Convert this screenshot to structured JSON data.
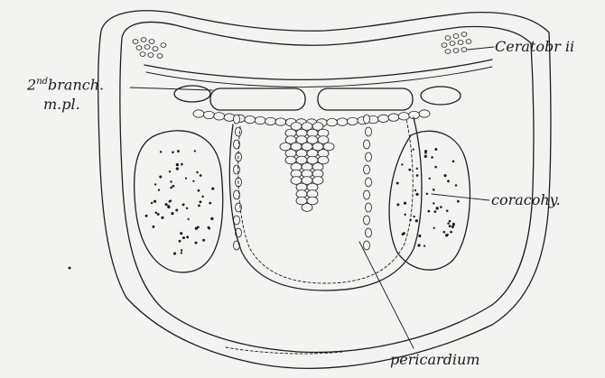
{
  "labels": {
    "ceratobr": "Ceratobr ii",
    "branch_num": "2",
    "branch_sup": "nd",
    "branch_line1": "branch.",
    "branch_line2": "m.pl.",
    "coracohy": "coracohy.",
    "pericardium": "pericardium"
  },
  "colors": {
    "ink": "#1e1e1e",
    "paper": "#f3f3f1"
  }
}
